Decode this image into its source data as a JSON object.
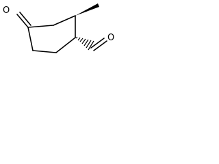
{
  "molecule": {
    "atoms": {
      "ketone_oxygen": "O",
      "aldehyde_oxygen": "O"
    },
    "stereo": {
      "methyl_bond": "wedge",
      "formyl_bond": "hash"
    }
  }
}
